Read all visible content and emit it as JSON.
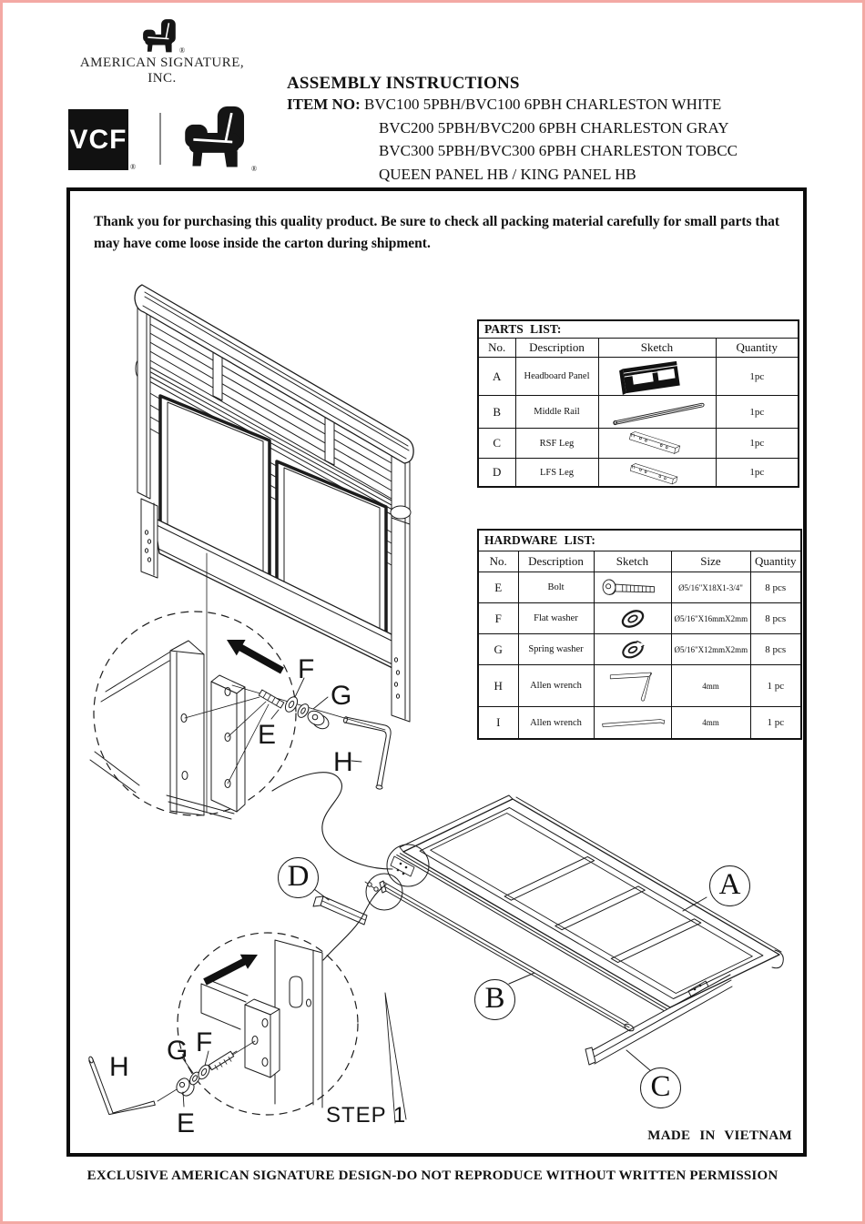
{
  "page": {
    "border_color": "#f3a9a4",
    "footer_note": "EXCLUSIVE AMERICAN SIGNATURE DESIGN-DO NOT REPRODUCE WITHOUT WRITTEN PERMISSION"
  },
  "header": {
    "brand": "AMERICAN SIGNATURE, INC.",
    "vcf_logo": "VCF",
    "registered": "®",
    "title": "ASSEMBLY INSTRUCTIONS",
    "item_no_label": "ITEM NO:",
    "item_lines": [
      "BVC100 5PBH/BVC100 6PBH CHARLESTON WHITE",
      "BVC200 5PBH/BVC200 6PBH CHARLESTON GRAY",
      "BVC300 5PBH/BVC300 6PBH CHARLESTON TOBCC",
      "QUEEN PANEL HB / KING PANEL HB"
    ]
  },
  "notice": "Thank you for purchasing this quality product. Be sure to check all packing material carefully for small parts that may have come loose inside the carton during shipment.",
  "parts_list": {
    "title": "PARTS LIST:",
    "headers": [
      "No.",
      "Description",
      "Sketch",
      "Quantity"
    ],
    "rows": [
      {
        "no": "A",
        "description": "Headboard Panel",
        "sketch": "headboard-panel",
        "quantity": "1pc"
      },
      {
        "no": "B",
        "description": "Middle Rail",
        "sketch": "middle-rail",
        "quantity": "1pc"
      },
      {
        "no": "C",
        "description": "RSF Leg",
        "sketch": "rsf-leg",
        "quantity": "1pc"
      },
      {
        "no": "D",
        "description": "LFS Leg",
        "sketch": "lfs-leg",
        "quantity": "1pc"
      }
    ]
  },
  "hardware_list": {
    "title": "HARDWARE LIST:",
    "headers": [
      "No.",
      "Description",
      "Sketch",
      "Size",
      "Quantity"
    ],
    "rows": [
      {
        "no": "E",
        "description": "Bolt",
        "sketch": "bolt",
        "size": "Ø5/16\"X18X1-3/4\"",
        "quantity": "8 pcs"
      },
      {
        "no": "F",
        "description": "Flat washer",
        "sketch": "flat-washer",
        "size": "Ø5/16\"X16mmX2mm",
        "quantity": "8 pcs"
      },
      {
        "no": "G",
        "description": "Spring washer",
        "sketch": "spring-washer",
        "size": "Ø5/16\"X12mmX2mm",
        "quantity": "8 pcs"
      },
      {
        "no": "H",
        "description": "Allen wrench",
        "sketch": "allen-wrench-l",
        "size": "4mm",
        "quantity": "1 pc"
      },
      {
        "no": "I",
        "description": "Allen wrench",
        "sketch": "allen-wrench-straight",
        "size": "4mm",
        "quantity": "1 pc"
      }
    ]
  },
  "diagram": {
    "step_label": "STEP 1",
    "made_in": "MADE IN VIETNAM",
    "circle1_labels": {
      "f": "F",
      "g": "G",
      "e": "E",
      "h": "H"
    },
    "circle2_labels": {
      "h": "H",
      "g": "G",
      "f": "F",
      "e": "E"
    },
    "part_callouts": {
      "a": "A",
      "b": "B",
      "c": "C",
      "d": "D"
    }
  }
}
